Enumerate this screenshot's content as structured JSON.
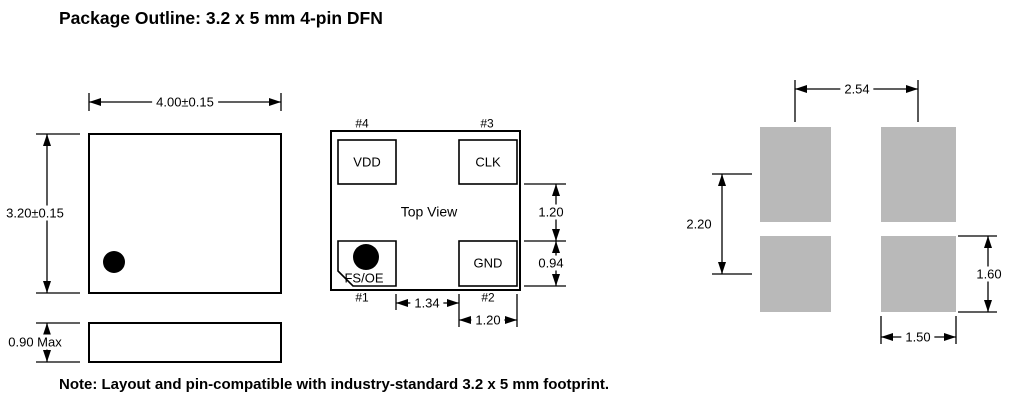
{
  "title": "Package Outline: 3.2 x 5 mm 4-pin DFN",
  "note": "Note: Layout and pin-compatible with industry-standard 3.2 x 5 mm footprint.",
  "colors": {
    "pad_fill": "#b9b9b9",
    "line": "#000000"
  },
  "package_outline": {
    "body_width": "4.00±0.15",
    "body_height": "3.20±0.15",
    "body_thickness": "0.90 Max"
  },
  "top_view": {
    "label": "Top View",
    "pins": [
      {
        "number": "#1",
        "name": "FS/OE"
      },
      {
        "number": "#2",
        "name": "GND"
      },
      {
        "number": "#3",
        "name": "CLK"
      },
      {
        "number": "#4",
        "name": "VDD"
      }
    ],
    "dims": {
      "pad_vertical_gap": "1.20",
      "pad_height": "0.94",
      "pad_horizontal_gap": "1.34",
      "pad_width": "1.20"
    }
  },
  "land_pattern": {
    "dims": {
      "horizontal_pitch": "2.54",
      "vertical_pitch": "2.20",
      "pad_height": "1.60",
      "pad_width": "1.50"
    }
  }
}
